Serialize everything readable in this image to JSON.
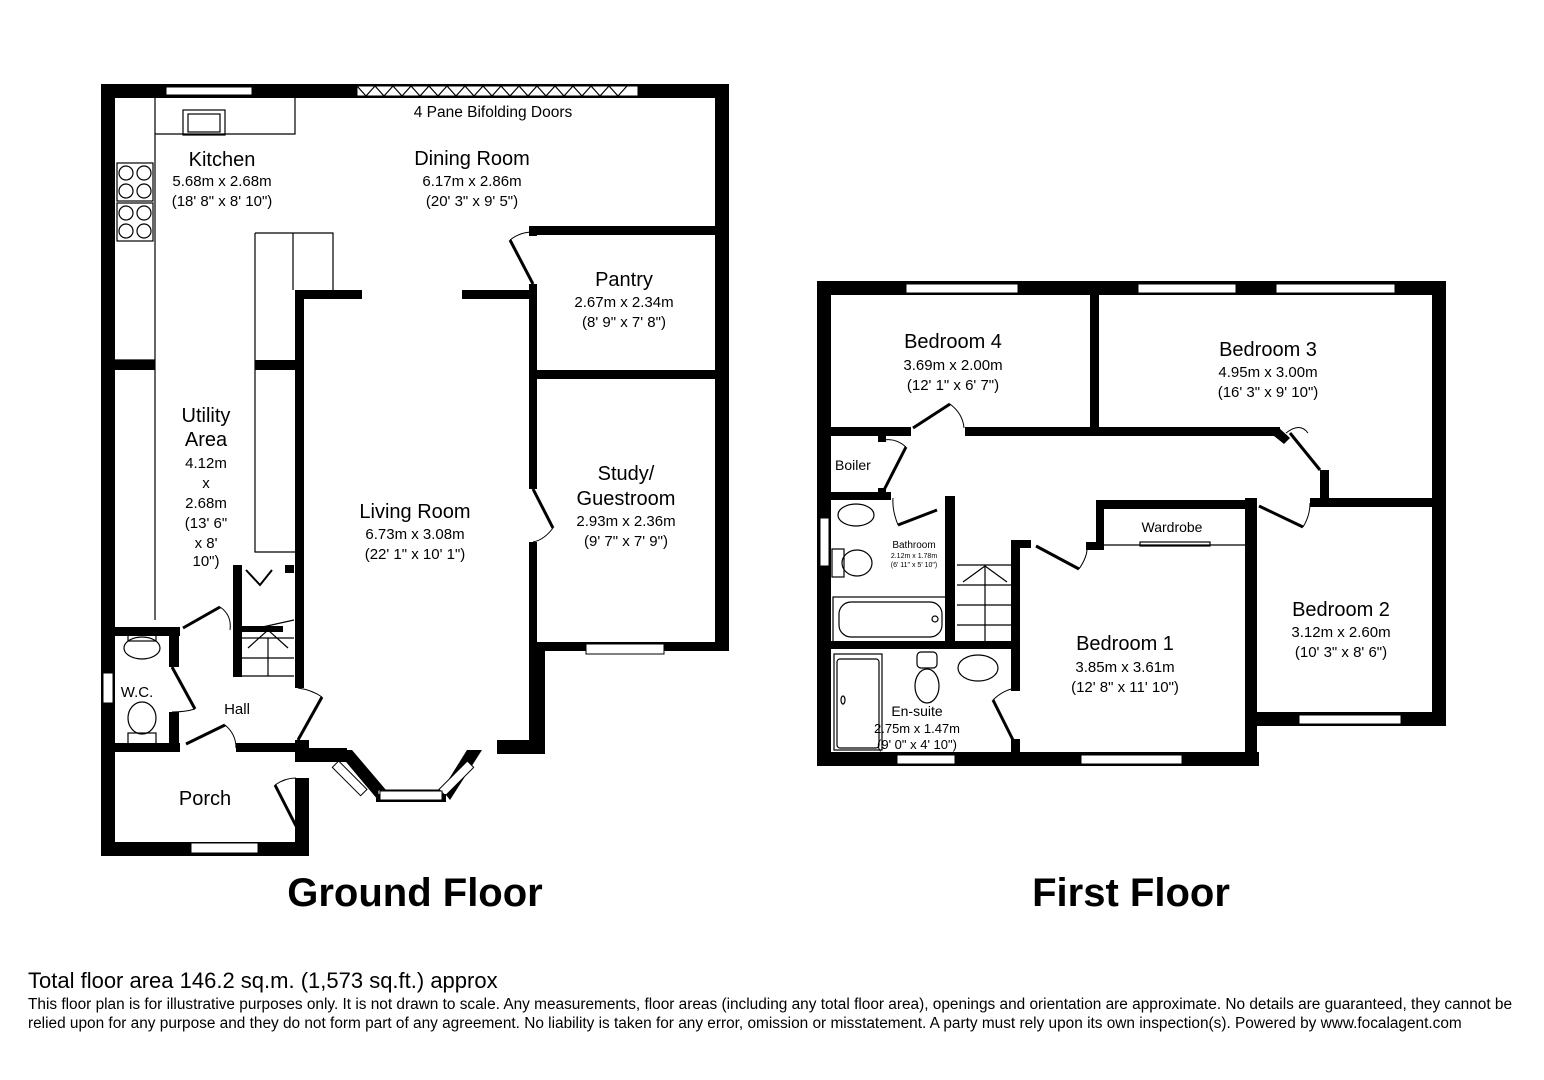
{
  "ground_floor": {
    "title": "Ground Floor",
    "annotations": {
      "bifold": "4 Pane Bifolding Doors"
    },
    "rooms": {
      "kitchen": {
        "name": "Kitchen",
        "metric": "5.68m x 2.68m",
        "imperial": "(18' 8\" x 8' 10\")"
      },
      "dining": {
        "name": "Dining Room",
        "metric": "6.17m x 2.86m",
        "imperial": "(20' 3\" x 9' 5\")"
      },
      "pantry": {
        "name": "Pantry",
        "metric": "2.67m x 2.34m",
        "imperial": "(8' 9\" x 7' 8\")"
      },
      "utility": {
        "name_lines": [
          "Utility",
          "Area"
        ],
        "dim_lines": [
          "4.12m",
          "x",
          "2.68m",
          "(13' 6\"",
          "x 8'",
          "10\")"
        ]
      },
      "living": {
        "name": "Living Room",
        "metric": "6.73m x 3.08m",
        "imperial": "(22' 1\" x 10' 1\")"
      },
      "study": {
        "name_lines": [
          "Study/",
          "Guestroom"
        ],
        "metric": "2.93m x 2.36m",
        "imperial": "(9' 7\" x 7' 9\")"
      },
      "wc": {
        "name": "W.C."
      },
      "hall": {
        "name": "Hall"
      },
      "porch": {
        "name": "Porch"
      }
    }
  },
  "first_floor": {
    "title": "First Floor",
    "rooms": {
      "bedroom4": {
        "name": "Bedroom 4",
        "metric": "3.69m x 2.00m",
        "imperial": "(12' 1\" x 6' 7\")"
      },
      "bedroom3": {
        "name": "Bedroom 3",
        "metric": "4.95m x 3.00m",
        "imperial": "(16' 3\" x 9' 10\")"
      },
      "boiler": {
        "name": "Boiler"
      },
      "bathroom": {
        "name": "Bathroom",
        "metric": "2.12m x 1.78m",
        "imperial": "(6' 11\" x 5' 10\")"
      },
      "wardrobe": {
        "name": "Wardrobe"
      },
      "bedroom1": {
        "name": "Bedroom 1",
        "metric": "3.85m x 3.61m",
        "imperial": "(12' 8\" x 11' 10\")"
      },
      "bedroom2": {
        "name": "Bedroom 2",
        "metric": "3.12m x 2.60m",
        "imperial": "(10' 3\" x 8' 6\")"
      },
      "ensuite": {
        "name": "En-suite",
        "metric": "2.75m x 1.47m",
        "imperial": "(9' 0\" x 4' 10\")"
      }
    }
  },
  "footer": {
    "total_area": "Total floor area 146.2 sq.m. (1,573 sq.ft.) approx",
    "disclaimer": "This floor plan is for illustrative purposes only. It is not drawn to scale. Any measurements, floor areas (including any total floor area), openings and orientation are approximate. No details are guaranteed, they cannot be relied upon for any purpose and they do not form part of any agreement. No liability is taken for any error, omission or misstatement. A party must rely upon its own inspection(s). Powered by www.focalagent.com"
  }
}
